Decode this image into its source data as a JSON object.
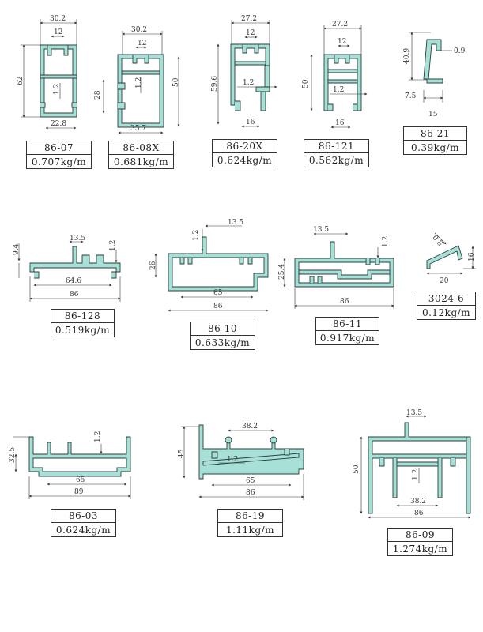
{
  "profiles": [
    {
      "code": "86-07",
      "weight": "0.707kg/m",
      "dims": [
        "30.2",
        "12",
        "62",
        "1.2",
        "22.8"
      ]
    },
    {
      "code": "86-08X",
      "weight": "0.681kg/m",
      "dims": [
        "30.2",
        "12",
        "28",
        "1.2",
        "50",
        "35.7"
      ]
    },
    {
      "code": "86-20X",
      "weight": "0.624kg/m",
      "dims": [
        "27.2",
        "12",
        "59.6",
        "1.2",
        "16"
      ]
    },
    {
      "code": "86-121",
      "weight": "0.562kg/m",
      "dims": [
        "27.2",
        "12",
        "50",
        "1.2",
        "16"
      ]
    },
    {
      "code": "86-21",
      "weight": "0.39kg/m",
      "dims": [
        "40.9",
        "0.9",
        "7.5",
        "15"
      ]
    },
    {
      "code": "86-128",
      "weight": "0.519kg/m",
      "dims": [
        "9.4",
        "13.5",
        "1.2",
        "64.6",
        "86"
      ]
    },
    {
      "code": "86-10",
      "weight": "0.633kg/m",
      "dims": [
        "1.2",
        "13.5",
        "26",
        "65",
        "86"
      ]
    },
    {
      "code": "86-11",
      "weight": "0.917kg/m",
      "dims": [
        "13.5",
        "1.2",
        "25.4",
        "86"
      ]
    },
    {
      "code": "3024-6",
      "weight": "0.12kg/m",
      "dims": [
        "0.8",
        "16",
        "20"
      ]
    },
    {
      "code": "86-03",
      "weight": "0.624kg/m",
      "dims": [
        "1.2",
        "32.5",
        "65",
        "89"
      ]
    },
    {
      "code": "86-19",
      "weight": "1.11kg/m",
      "dims": [
        "38.2",
        "45",
        "1.2",
        "65",
        "86"
      ]
    },
    {
      "code": "86-09",
      "weight": "1.274kg/m",
      "dims": [
        "13.5",
        "50",
        "1.2",
        "38.2",
        "86"
      ]
    }
  ]
}
